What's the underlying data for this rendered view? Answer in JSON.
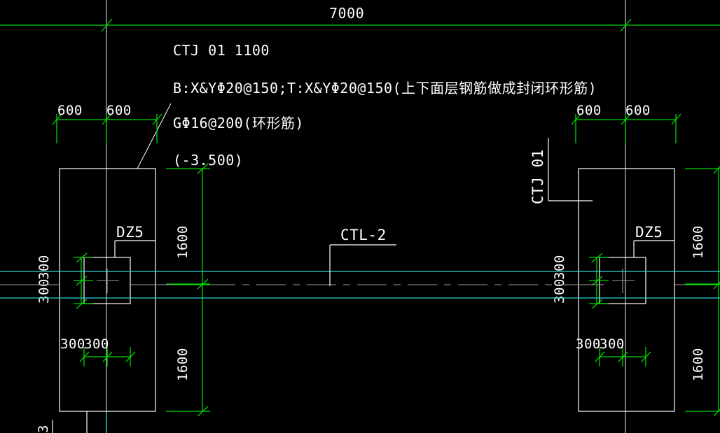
{
  "drawing": {
    "background_color": "#000000",
    "colors": {
      "geometry": "#ffffff",
      "dimension": "#00d800",
      "beam": "#2ad4d4",
      "centerline": "#9a9a9a"
    },
    "top_dimension": "7000",
    "notes": [
      "CTJ 01 1100",
      "B:X&YΦ20@150;T:X&YΦ20@150(上下面层钢筋做成封闭环形筋)",
      "GΦ16@200(环形筋)",
      "(-3.500)"
    ],
    "beam_label": "CTL-2",
    "right_footing_label": "CTJ 01",
    "left_column": {
      "label": "DZ5",
      "top_dims": [
        "600",
        "600"
      ],
      "left_dims_vertical": [
        "300",
        "300"
      ],
      "bottom_dims": [
        "300",
        "300"
      ],
      "side_dims_vertical": [
        "1600",
        "1600"
      ]
    },
    "right_column": {
      "label": "DZ5",
      "top_dims": [
        "600",
        "600"
      ],
      "left_dims_vertical": [
        "300",
        "300"
      ],
      "bottom_dims": [
        "300",
        "300"
      ],
      "side_dims_vertical": [
        "1600",
        "1600"
      ]
    }
  }
}
